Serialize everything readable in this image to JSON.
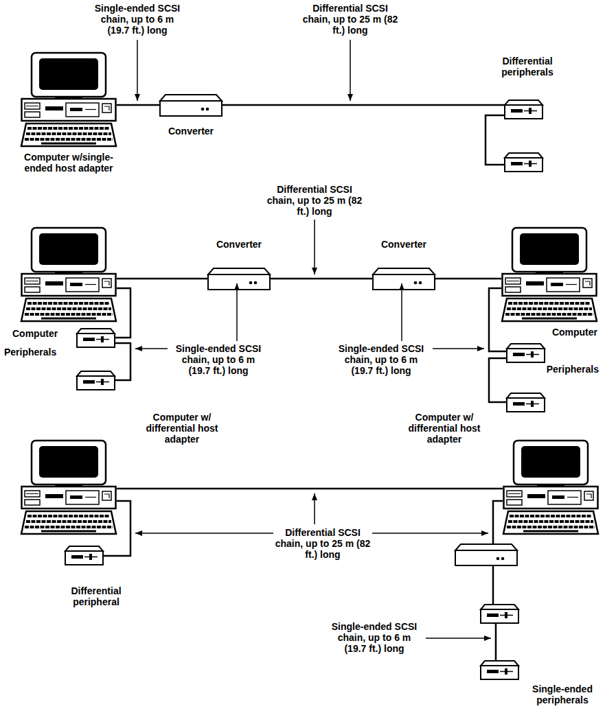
{
  "diagram": {
    "nodes": [
      {
        "text": [
          "Computer w/single-ended host adapter"
        ]
      },
      {
        "text": [
          "Converter"
        ]
      },
      {
        "text": [
          "Differential peripherals"
        ]
      },
      {
        "text": [
          "Computer"
        ]
      },
      {
        "text": [
          "Peripherals"
        ]
      },
      {
        "text": [
          "Converter"
        ]
      },
      {
        "text": [
          "Converter"
        ]
      },
      {
        "text": [
          "Computer"
        ]
      },
      {
        "text": [
          "Peripherals"
        ]
      },
      {
        "text": [
          "Computer w/ differential host adapter"
        ]
      },
      {
        "text": [
          "Differential peripheral"
        ]
      },
      {
        "text": [
          "Computer w/ differential host adapter"
        ]
      },
      {
        "text": [
          "Single-ended peripherals"
        ]
      }
    ],
    "edges": [
      {
        "from": 0,
        "to": 1,
        "arrow": "none"
      },
      {
        "from": 1,
        "to": 2,
        "arrow": "none"
      },
      {
        "from": 3,
        "to": 4,
        "arrow": "none"
      },
      {
        "from": 3,
        "to": 5,
        "arrow": "none"
      },
      {
        "from": 5,
        "to": 6,
        "arrow": "none"
      },
      {
        "from": 6,
        "to": 7,
        "arrow": "none"
      },
      {
        "from": 7,
        "to": 8,
        "arrow": "none"
      },
      {
        "from": 9,
        "to": 10,
        "arrow": "none"
      },
      {
        "from": 9,
        "to": 11,
        "arrow": "none"
      },
      {
        "from": 11,
        "to": 12,
        "arrow": "none"
      }
    ],
    "labels": [
      "Single-ended SCSI chain, up to 6 m (19.7 ft.) long",
      "Differential SCSI chain, up to 25 m (82 ft.) long",
      "Differential SCSI chain, up to 25 m (82 ft.) long",
      "Single-ended SCSI chain, up to 6 m (19.7 ft.) long",
      "Single-ended SCSI chain, up to 6 m (19.7 ft.) long",
      "Differential SCSI chain, up to 25 m (82 ft.) long",
      "Single-ended SCSI chain, up to 6 m (19.7 ft.) long"
    ]
  }
}
